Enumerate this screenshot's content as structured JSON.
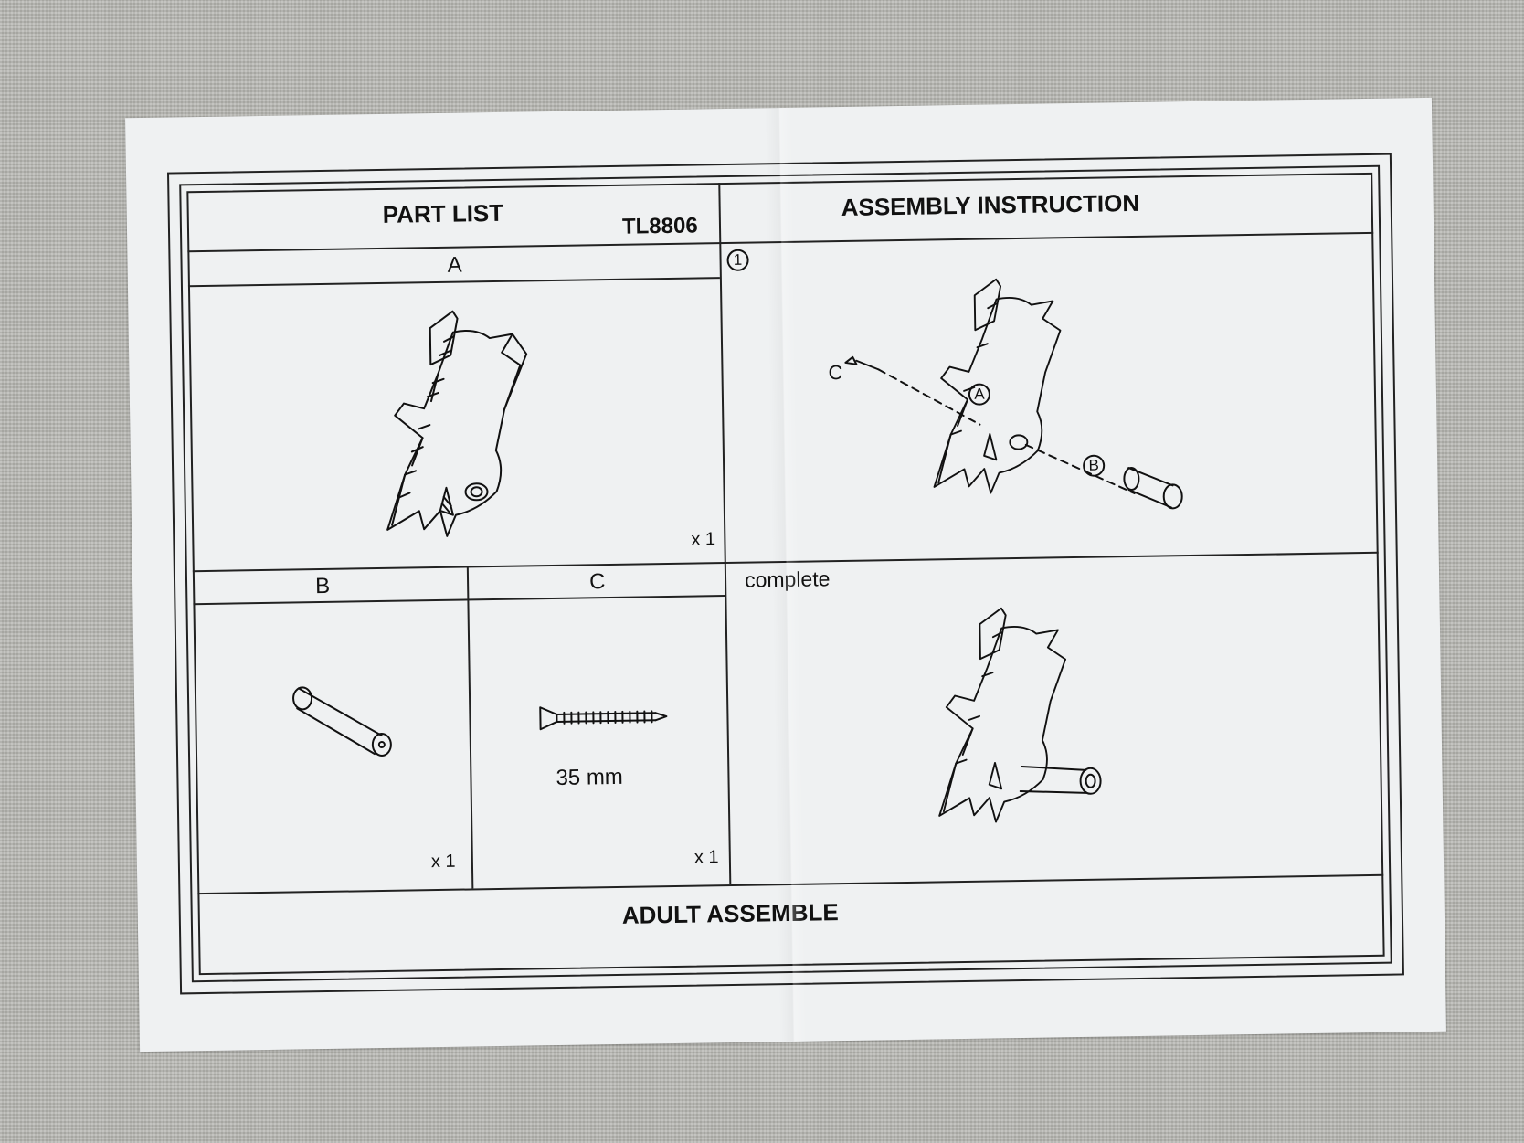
{
  "part_list": {
    "title": "PART LIST",
    "model": "TL8806",
    "parts": [
      {
        "label": "A",
        "quantity": "x 1"
      },
      {
        "label": "B",
        "quantity": "x 1"
      },
      {
        "label": "C",
        "quantity": "x 1",
        "dimension": "35 mm"
      }
    ]
  },
  "assembly": {
    "title": "ASSEMBLY INSTRUCTION",
    "step_number": "1",
    "callouts": {
      "screw": "C",
      "bird": "A",
      "dowel": "B"
    },
    "complete_label": "complete"
  },
  "footer": {
    "text": "ADULT ASSEMBLE"
  }
}
